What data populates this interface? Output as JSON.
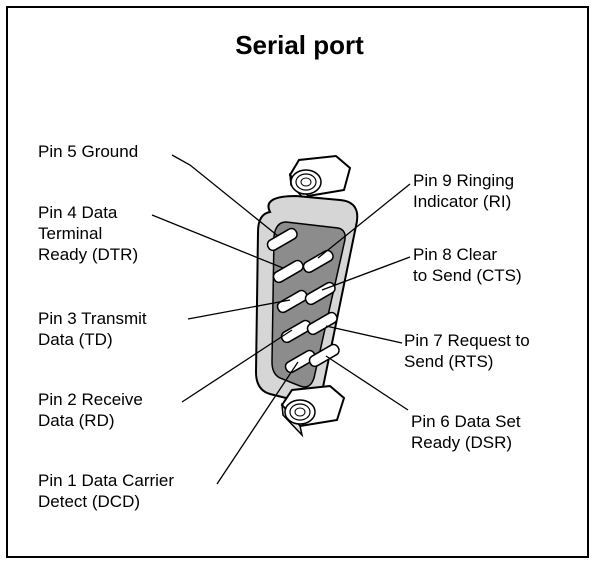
{
  "title": "Serial port",
  "colors": {
    "border": "#000000",
    "shell_fill": "#d6d6d6",
    "insert_fill": "#8c8c8c",
    "pin_fill": "#ffffff"
  },
  "labels": {
    "pin5": [
      "Pin 5 Ground"
    ],
    "pin4": [
      "Pin 4 Data",
      "Terminal",
      "Ready (DTR)"
    ],
    "pin3": [
      "Pin 3 Transmit",
      "Data (TD)"
    ],
    "pin2": [
      "Pin 2 Receive",
      "Data (RD)"
    ],
    "pin1": [
      "Pin 1 Data Carrier",
      "Detect (DCD)"
    ],
    "pin9": [
      "Pin 9 Ringing",
      "Indicator (RI)"
    ],
    "pin8": [
      "Pin 8 Clear",
      "to Send (CTS)"
    ],
    "pin7": [
      "Pin 7 Request to",
      "Send (RTS)"
    ],
    "pin6": [
      "Pin 6 Data Set",
      "Ready (DSR)"
    ]
  }
}
